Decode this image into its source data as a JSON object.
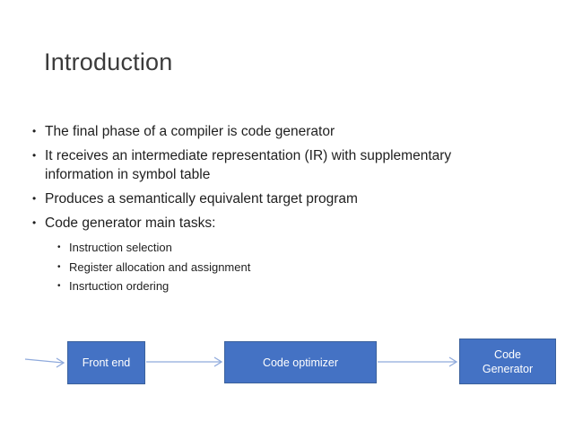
{
  "slide": {
    "title": "Introduction",
    "bullets": [
      {
        "level": 1,
        "text": "The final phase of a compiler is code generator"
      },
      {
        "level": 1,
        "text": "It receives an intermediate representation (IR) with supplementary information in symbol table"
      },
      {
        "level": 1,
        "text": "Produces a semantically equivalent target program"
      },
      {
        "level": 1,
        "text": "Code generator main tasks:"
      },
      {
        "level": 2,
        "text": "Instruction selection"
      },
      {
        "level": 2,
        "text": "Register allocation and assignment"
      },
      {
        "level": 2,
        "text": "Insrtuction ordering"
      }
    ],
    "diagram": {
      "nodes": [
        {
          "label": "Front end"
        },
        {
          "label": "Code optimizer"
        },
        {
          "label": "Code Generator"
        }
      ],
      "colors": {
        "node_fill": "#4472C4",
        "node_border": "#3B619C",
        "node_text": "#FFFFFF",
        "arrow": "#8FAADC",
        "title_text": "#3B3B3B",
        "body_text": "#1F1F1F",
        "background": "#FFFFFF"
      }
    }
  }
}
